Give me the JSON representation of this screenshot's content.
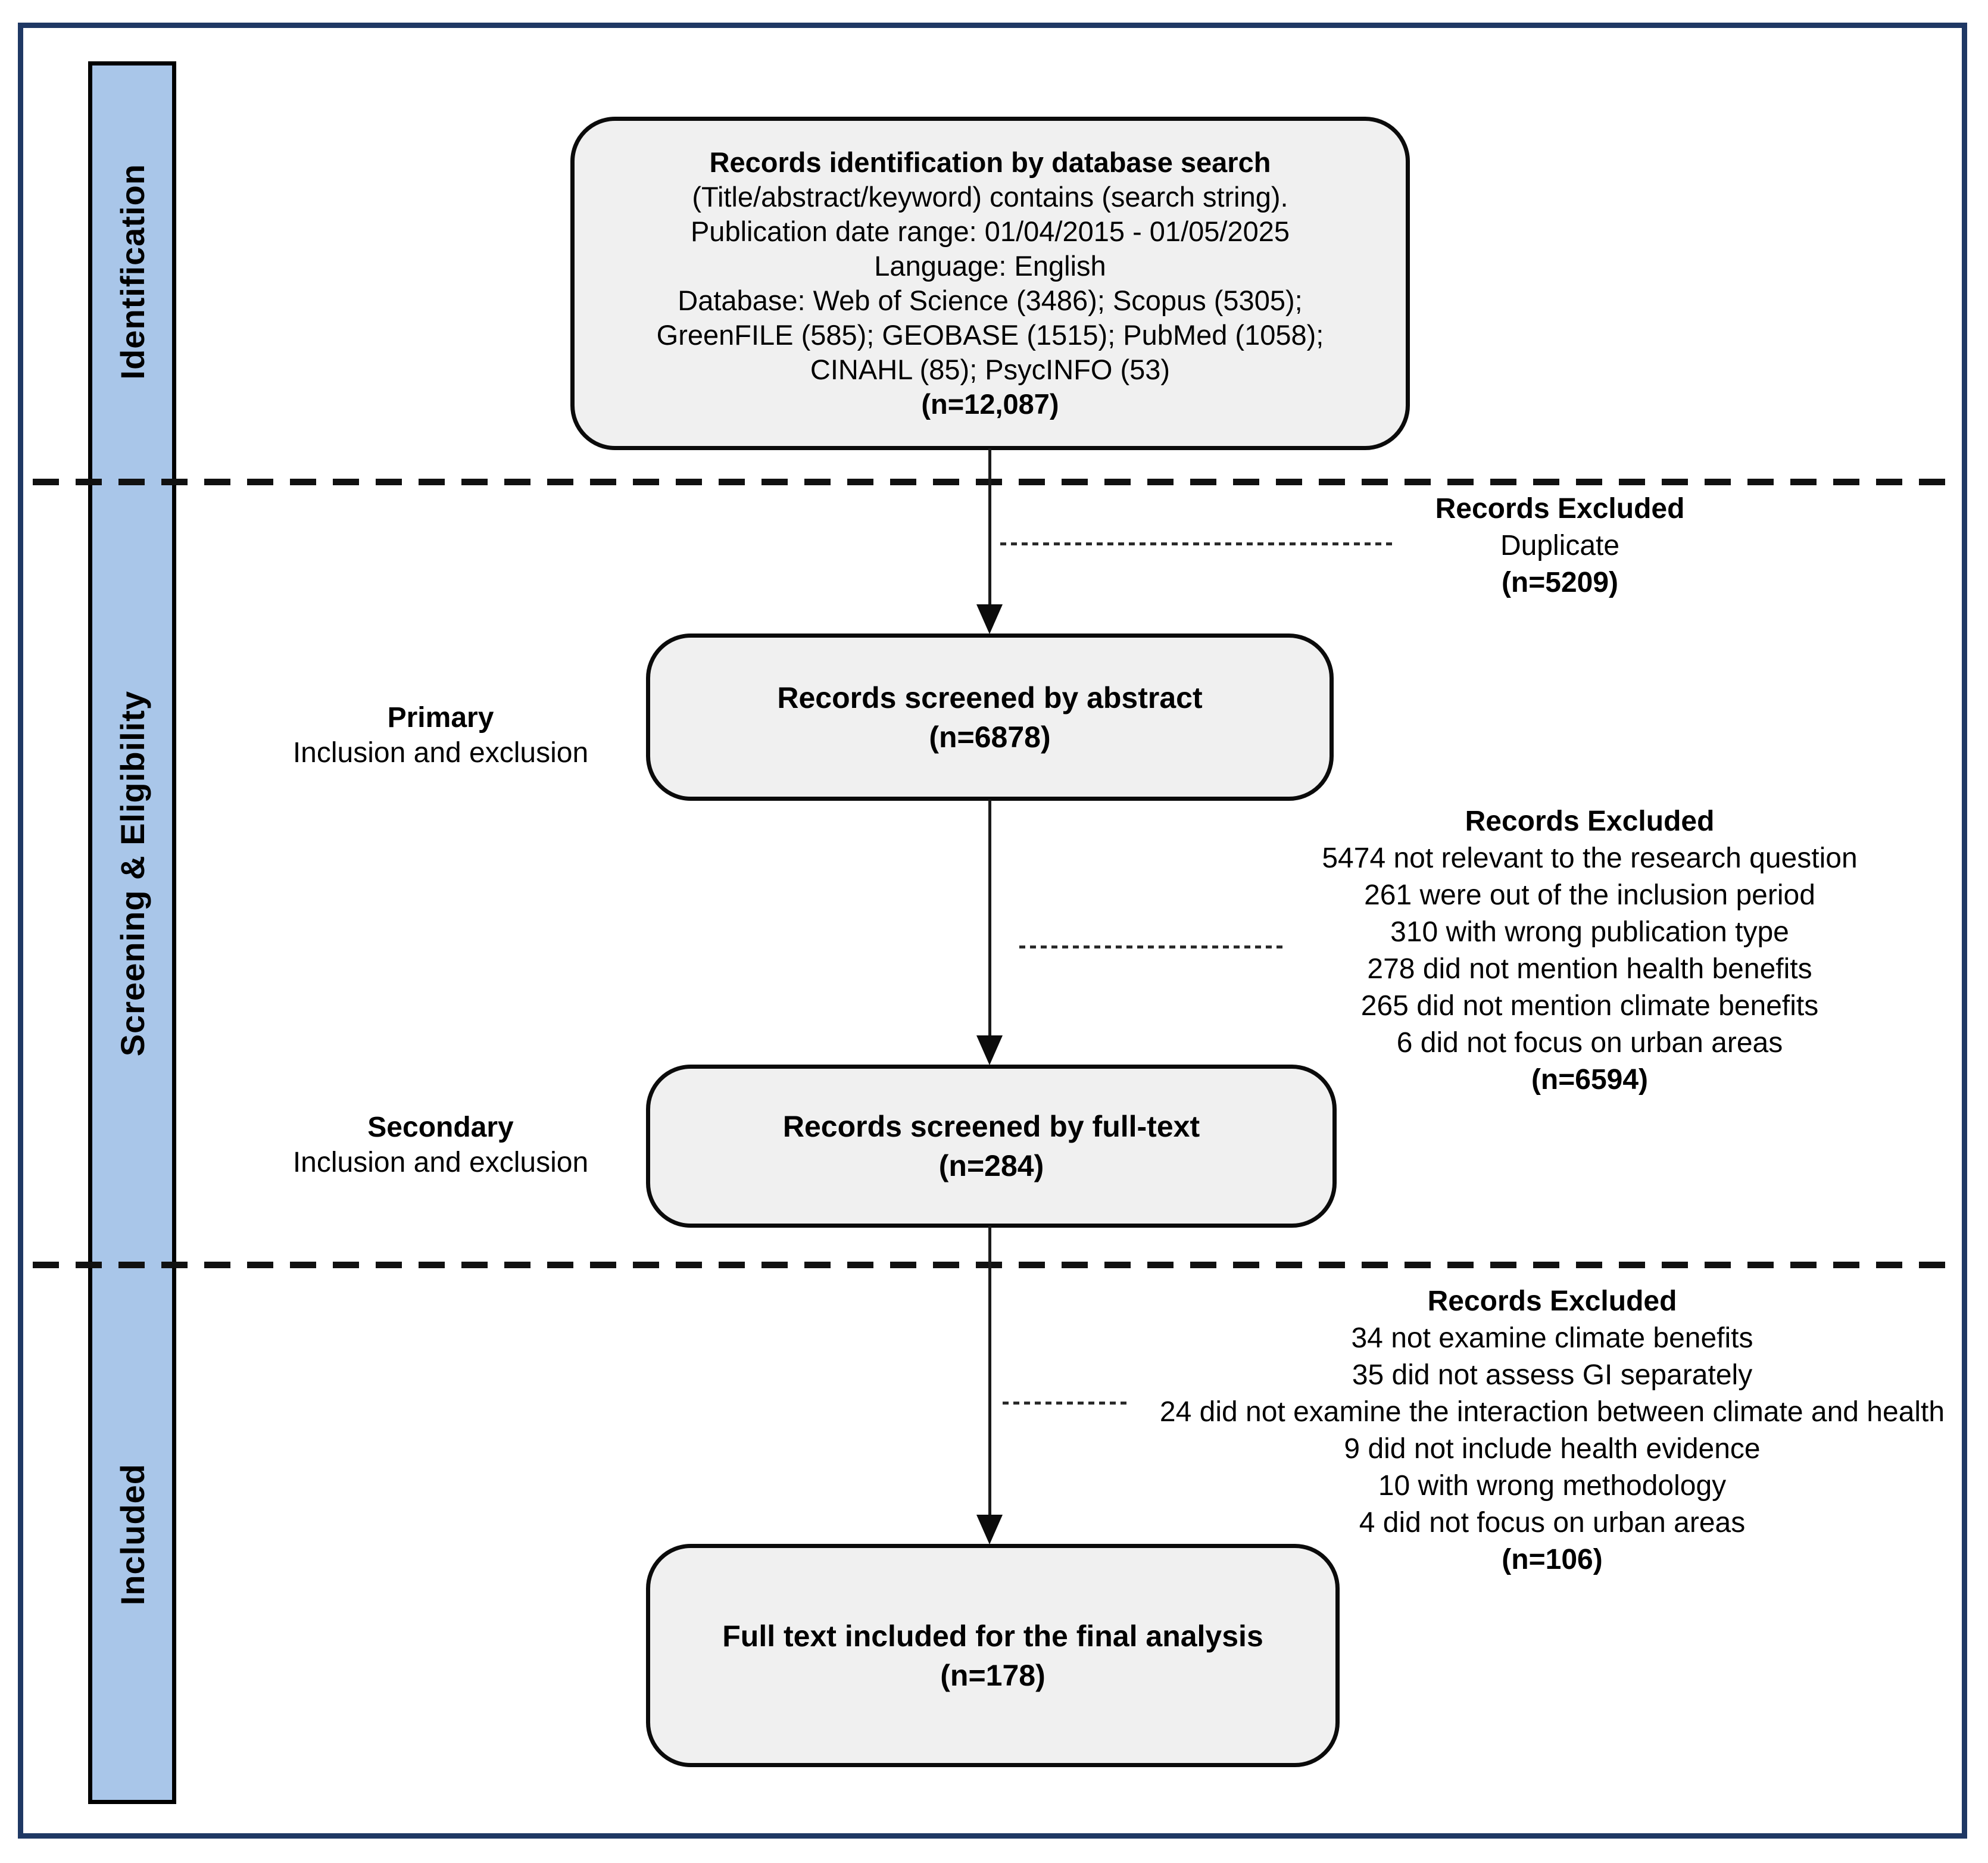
{
  "diagram": {
    "sidebar": {
      "stages": [
        {
          "label": "Identification"
        },
        {
          "label": "Screening & Eligibility"
        },
        {
          "label": "Included"
        }
      ]
    },
    "nodes": {
      "identification": {
        "title": "Records identification by database search",
        "lines": [
          "(Title/abstract/keyword) contains (search string).",
          "Publication date range: 01/04/2015 - 01/05/2025",
          "Language: English",
          "Database: Web of Science (3486); Scopus (5305);",
          "GreenFILE (585); GEOBASE (1515); PubMed (1058);",
          "CINAHL (85); PsycINFO (53)"
        ],
        "n": "(n=12,087)"
      },
      "abstract_screening": {
        "title": "Records screened by abstract",
        "n": "(n=6878)"
      },
      "fulltext_screening": {
        "title": "Records screened by full-text",
        "n": "(n=284)"
      },
      "included": {
        "title": "Full text included for the final analysis",
        "n": "(n=178)"
      }
    },
    "step_labels": {
      "primary": {
        "title": "Primary",
        "subtitle": "Inclusion and exclusion"
      },
      "secondary": {
        "title": "Secondary",
        "subtitle": "Inclusion and exclusion"
      }
    },
    "exclusions": [
      {
        "heading": "Records Excluded",
        "items": [
          "Duplicate"
        ],
        "n": "(n=5209)"
      },
      {
        "heading": "Records Excluded",
        "items": [
          "5474 not relevant to the research question",
          "261 were out of the inclusion period",
          "310 with wrong publication type",
          "278 did not mention health benefits",
          "265 did not mention climate benefits",
          "6 did not focus on urban areas"
        ],
        "n": "(n=6594)"
      },
      {
        "heading": "Records Excluded",
        "items": [
          "34 not examine climate benefits",
          "35 did not assess GI separately",
          "24 did not examine the interaction between climate and health",
          "9 did not include health evidence",
          "10 with wrong methodology",
          "4 did not focus on urban areas"
        ],
        "n": "(n=106)"
      }
    ],
    "colors": {
      "frame_border": "#1F3864",
      "sidebar_fill": "#A9C6E9",
      "node_fill": "#F0F0F0",
      "line": "#111111"
    }
  }
}
